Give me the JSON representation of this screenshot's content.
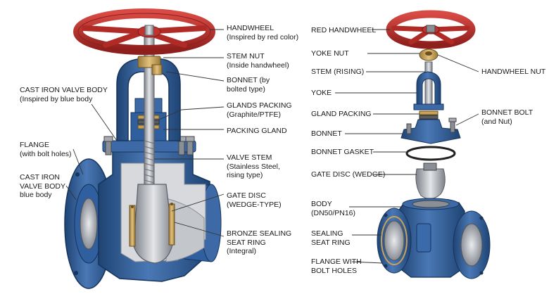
{
  "colors": {
    "body_blue": "#2f5f9e",
    "body_blue_dark": "#1f4474",
    "body_blue_light": "#5a86c0",
    "handwheel_red": "#c0322e",
    "handwheel_red_dark": "#8e1f1c",
    "steel": "#b9bcc2",
    "steel_dark": "#7d8188",
    "bronze": "#c9a25a",
    "leader": "#333333"
  },
  "left_labels": {
    "handwheel": [
      "HANDWHEEL",
      "(Inspired by red color)"
    ],
    "stem_nut": [
      "STEM NUT",
      "(Inside handwheel)"
    ],
    "bonnet": [
      "BONNET (by",
      "bolted type)"
    ],
    "glands_packing": [
      "GLANDS PACKING",
      "(Graphite/PTFE)"
    ],
    "packing_gland": [
      "PACKING GLAND"
    ],
    "valve_stem": [
      "VALVE STEM",
      "(Stainless Steel,",
      "rising type)"
    ],
    "gate_disc": [
      "GATE DISC",
      "(WEDGE-TYPE)"
    ],
    "bronze_seat": [
      "BRONZE SEALING",
      "SEAT RING",
      "(Integral)"
    ],
    "cast_iron_body_top": [
      "CAST IRON VALVE BODY",
      "(Inspired by blue body"
    ],
    "flange": [
      "FLANGE",
      "(with bolt holes)"
    ],
    "cast_iron_body_low": [
      "CAST IRON",
      "VALVE BODY",
      "blue body"
    ]
  },
  "right_labels": {
    "red_handwheel": [
      "RED HANDWHEEL"
    ],
    "yoke_nut": [
      "YOKE NUT"
    ],
    "handwheel_nut": [
      "HANDWHEEL NUT"
    ],
    "stem_rising": [
      "STEM (RISING)"
    ],
    "yoke": [
      "YOKE"
    ],
    "gland_packing": [
      "GLAND PACKING"
    ],
    "bonnet_bolt": [
      "BONNET BOLT",
      "(and Nut)"
    ],
    "bonnet": [
      "BONNET"
    ],
    "bonnet_gasket": [
      "BONNET GASKET"
    ],
    "gate_disc_wedge": [
      "GATE DISC (WEDGE)"
    ],
    "body": [
      "BODY",
      "(DN50/PN16)"
    ],
    "sealing_seat_ring": [
      "SEALING",
      "SEAT RING"
    ],
    "flange_bolt_holes": [
      "FLANGE WITH",
      "BOLT HOLES"
    ]
  }
}
